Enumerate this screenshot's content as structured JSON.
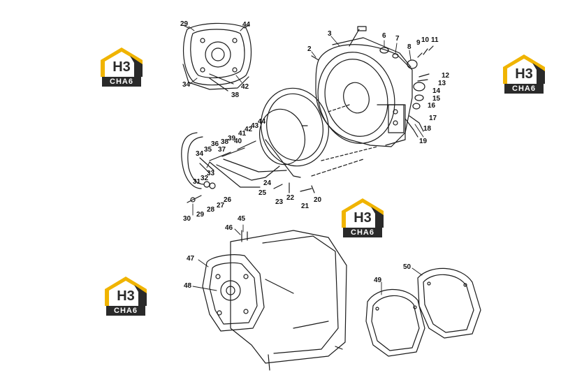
{
  "logo": {
    "mark": "H3",
    "text": "CHA6",
    "colors": {
      "roof": "#f0b400",
      "dark": "#2a2a2a",
      "panel": "#ffffff"
    }
  },
  "callouts": [
    "2",
    "3",
    "6",
    "7",
    "8",
    "9",
    "10",
    "11",
    "12",
    "13",
    "14",
    "15",
    "16",
    "17",
    "18",
    "19",
    "20",
    "21",
    "22",
    "23",
    "24",
    "25",
    "26",
    "27",
    "28",
    "29",
    "30",
    "31",
    "32",
    "33",
    "34",
    "35",
    "36",
    "37",
    "38",
    "39",
    "40",
    "41",
    "42",
    "43",
    "44",
    "45",
    "46",
    "47",
    "48",
    "49",
    "50"
  ],
  "inset_callouts": [
    "29",
    "44",
    "34",
    "42",
    "38"
  ],
  "colors": {
    "line": "#1a1a1a",
    "background": "#ffffff"
  }
}
